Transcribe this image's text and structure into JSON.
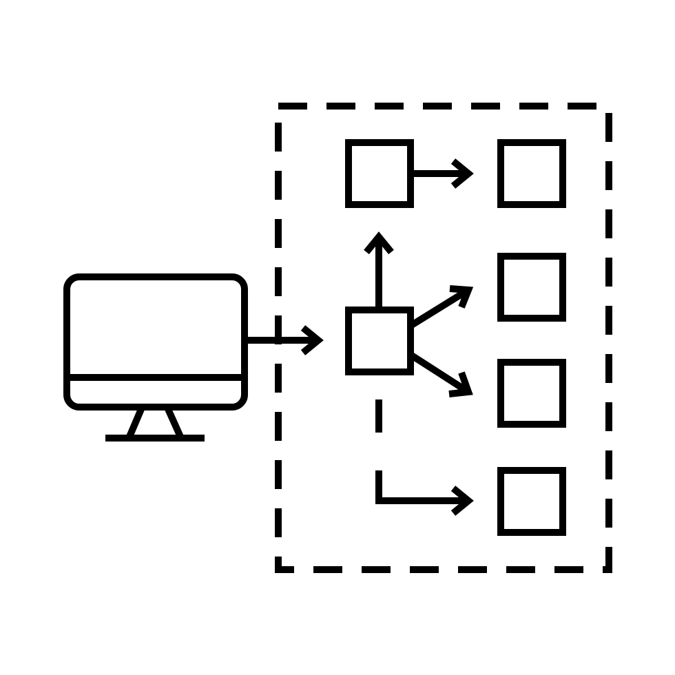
{
  "diagram": {
    "kind": "icon",
    "description": "",
    "colors": {
      "background": "#ffffff",
      "stroke": "#000000"
    },
    "icons": {
      "source": "monitor-icon",
      "hub": "hub-node",
      "targets": [
        "node-top-right",
        "node-upper-right",
        "node-lower-right",
        "node-bottom-right"
      ],
      "origin_node": "node-top-left"
    }
  }
}
